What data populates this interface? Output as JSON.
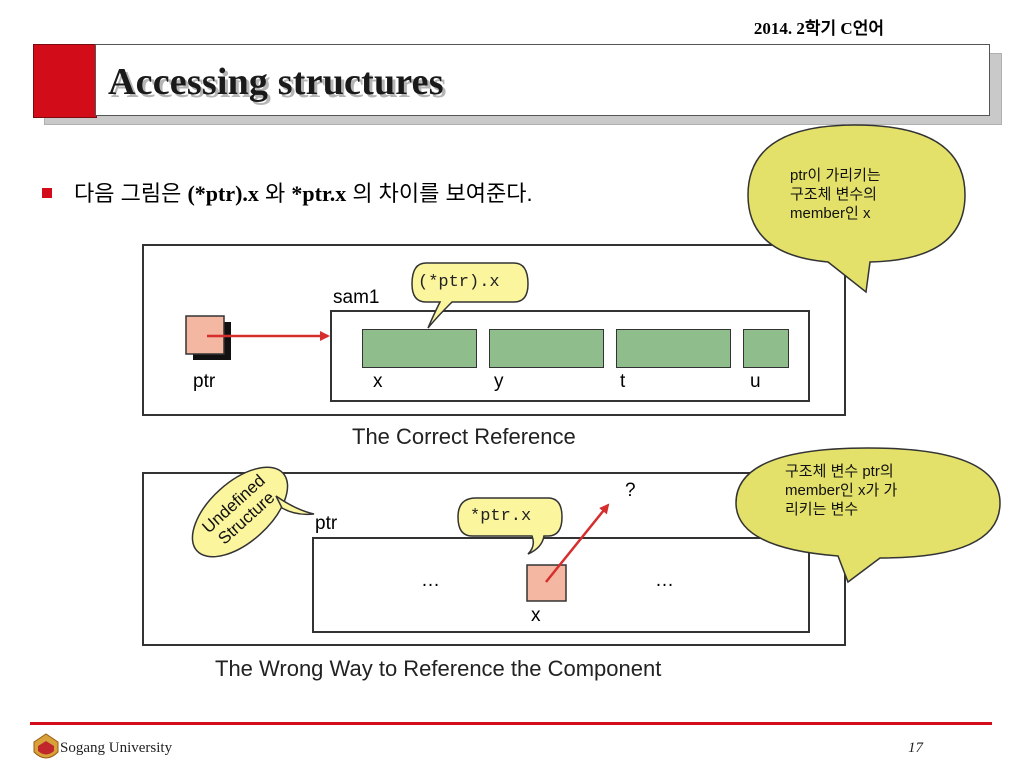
{
  "header": {
    "course": "2014. 2학기 C언어",
    "title": "Accessing structures"
  },
  "bullet": {
    "prefix": "다음 그림은 ",
    "expr1": "(*ptr).x",
    "middle": " 와 ",
    "expr2": "*ptr.x",
    "suffix": " 의 차이를 보여준다."
  },
  "figure_correct": {
    "struct_label": "sam1",
    "pointer_label": "ptr",
    "callout": "(*ptr).x",
    "fields": [
      "x",
      "y",
      "t",
      "u"
    ],
    "caption": "The Correct Reference"
  },
  "figure_wrong": {
    "struct_label": "ptr",
    "callout": "*ptr.x",
    "undefined_line1": "Undefined",
    "undefined_line2": "Structure",
    "ellipsis_left": "…",
    "ellipsis_right": "…",
    "member_label": "x",
    "question": "?",
    "caption": "The Wrong Way to Reference the Component"
  },
  "bubble_top": {
    "line1": "ptr이 가리키는",
    "line2": "구조체 변수의",
    "line3": "member인 x"
  },
  "bubble_bottom": {
    "line1": "구조체 변수 ptr의",
    "line2": "member인 x가 가",
    "line3": "리키는 변수"
  },
  "footer": {
    "university": "Sogang University",
    "page": "17"
  },
  "colors": {
    "accent_red": "#d20c18",
    "field_green": "#8fbe8c",
    "pointer_pink": "#f4b8a2",
    "bubble_yellow": "#e3e16a",
    "callout_yellow": "#fbf59e"
  }
}
